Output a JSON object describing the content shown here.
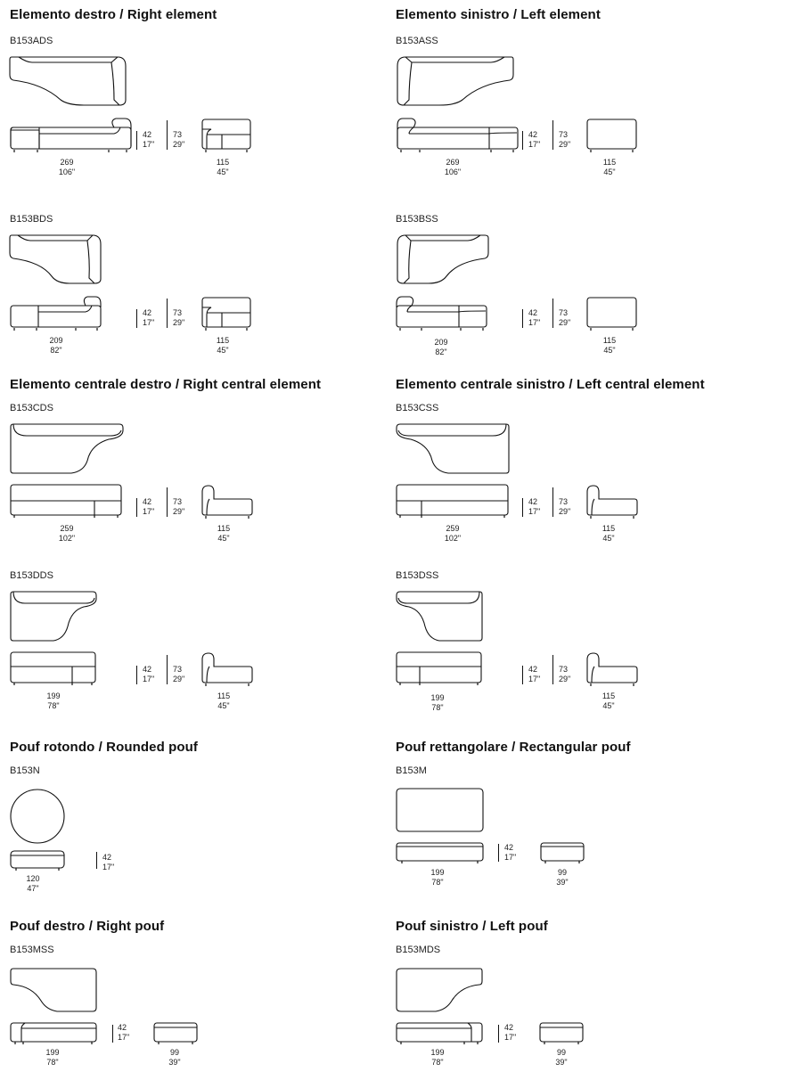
{
  "sections": {
    "right_element": {
      "title": "Elemento destro / Right element"
    },
    "left_element": {
      "title": "Elemento sinistro / Left element"
    },
    "right_central": {
      "title": "Elemento centrale destro /  Right central element"
    },
    "left_central": {
      "title": "Elemento centrale sinistro / Left central element"
    },
    "rounded_pouf": {
      "title": "Pouf rotondo / Rounded pouf"
    },
    "rect_pouf": {
      "title": "Pouf rettangolare / Rectangular pouf"
    },
    "right_pouf": {
      "title": "Pouf destro / Right pouf"
    },
    "left_pouf": {
      "title": "Pouf sinistro / Left pouf"
    }
  },
  "products": {
    "b153ads": {
      "code": "B153ADS",
      "width_cm": "269",
      "width_in": "106\"",
      "seat_cm": "42",
      "seat_in": "17\"",
      "height_cm": "73",
      "height_in": "29\"",
      "depth_cm": "115",
      "depth_in": "45\""
    },
    "b153ass": {
      "code": "B153ASS",
      "width_cm": "269",
      "width_in": "106\"",
      "seat_cm": "42",
      "seat_in": "17\"",
      "height_cm": "73",
      "height_in": "29\"",
      "depth_cm": "115",
      "depth_in": "45\""
    },
    "b153bds": {
      "code": "B153BDS",
      "width_cm": "209",
      "width_in": "82\"",
      "seat_cm": "42",
      "seat_in": "17\"",
      "height_cm": "73",
      "height_in": "29\"",
      "depth_cm": "115",
      "depth_in": "45\""
    },
    "b153bss": {
      "code": "B153BSS",
      "width_cm": "209",
      "width_in": "82\"",
      "seat_cm": "42",
      "seat_in": "17\"",
      "height_cm": "73",
      "height_in": "29\"",
      "depth_cm": "115",
      "depth_in": "45\""
    },
    "b153cds": {
      "code": "B153CDS",
      "width_cm": "259",
      "width_in": "102\"",
      "seat_cm": "42",
      "seat_in": "17\"",
      "height_cm": "73",
      "height_in": "29\"",
      "depth_cm": "115",
      "depth_in": "45\""
    },
    "b153css": {
      "code": "B153CSS",
      "width_cm": "259",
      "width_in": "102\"",
      "seat_cm": "42",
      "seat_in": "17\"",
      "height_cm": "73",
      "height_in": "29\"",
      "depth_cm": "115",
      "depth_in": "45\""
    },
    "b153dds": {
      "code": "B153DDS",
      "width_cm": "199",
      "width_in": "78\"",
      "seat_cm": "42",
      "seat_in": "17\"",
      "height_cm": "73",
      "height_in": "29\"",
      "depth_cm": "115",
      "depth_in": "45\""
    },
    "b153dss": {
      "code": "B153DSS",
      "width_cm": "199",
      "width_in": "78\"",
      "seat_cm": "42",
      "seat_in": "17\"",
      "height_cm": "73",
      "height_in": "29\"",
      "depth_cm": "115",
      "depth_in": "45\""
    },
    "b153n": {
      "code": "B153N",
      "width_cm": "120",
      "width_in": "47\"",
      "seat_cm": "42",
      "seat_in": "17\""
    },
    "b153m": {
      "code": "B153M",
      "width_cm": "199",
      "width_in": "78\"",
      "seat_cm": "42",
      "seat_in": "17\"",
      "depth_cm": "99",
      "depth_in": "39\""
    },
    "b153mss": {
      "code": "B153MSS",
      "width_cm": "199",
      "width_in": "78\"",
      "seat_cm": "42",
      "seat_in": "17\"",
      "depth_cm": "99",
      "depth_in": "39\""
    },
    "b153mds": {
      "code": "B153MDS",
      "width_cm": "199",
      "width_in": "78\"",
      "seat_cm": "42",
      "seat_in": "17\"",
      "depth_cm": "99",
      "depth_in": "39\""
    }
  }
}
